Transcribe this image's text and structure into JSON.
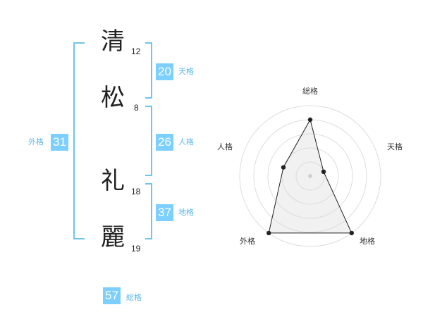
{
  "name": {
    "characters": [
      {
        "char": "清",
        "strokes": "12"
      },
      {
        "char": "松",
        "strokes": "8"
      },
      {
        "char": "礼",
        "strokes": "18"
      },
      {
        "char": "麗",
        "strokes": "19"
      }
    ]
  },
  "fortunes": {
    "tenkaku": {
      "value": "20",
      "label": "天格"
    },
    "jinkaku": {
      "value": "26",
      "label": "人格"
    },
    "chikaku": {
      "value": "37",
      "label": "地格"
    },
    "gaikaku": {
      "value": "31",
      "label": "外格"
    },
    "soukaku": {
      "value": "57",
      "label": "総格"
    }
  },
  "colors": {
    "accent": "#7ccfff",
    "bracket": "#6ec4f2",
    "label": "#5bb8ea"
  },
  "radar": {
    "axes": [
      "総格",
      "天格",
      "地格",
      "外格",
      "人格"
    ],
    "max": 5,
    "rings": 5,
    "values": [
      4,
      1,
      5,
      5,
      2
    ]
  }
}
